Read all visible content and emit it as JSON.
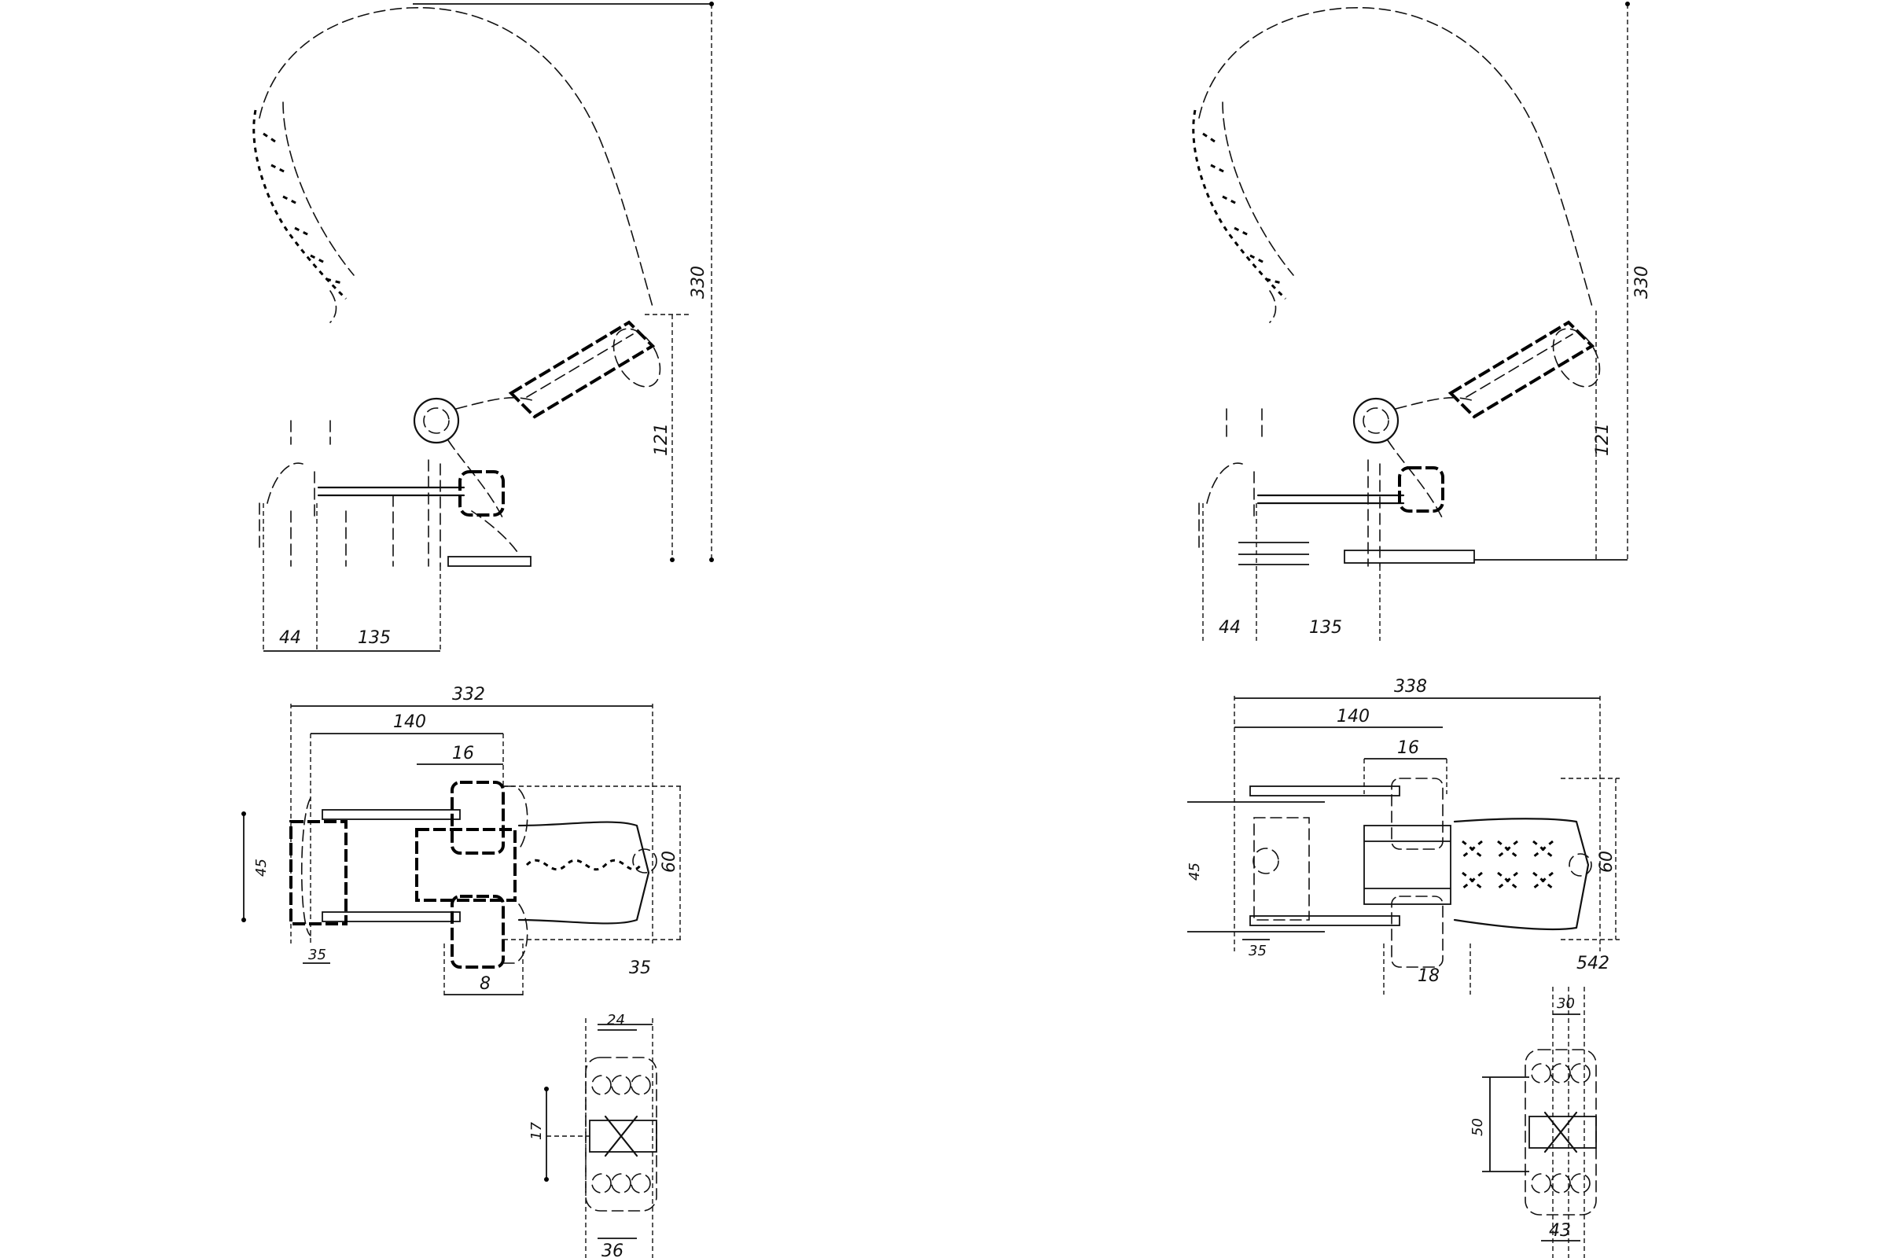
{
  "drawing": {
    "left_assembly": {
      "side_view_labels": {
        "total_height": "330",
        "body_height": "121",
        "base_left": "44",
        "base_reach": "135"
      },
      "plan_view_labels": {
        "total_length": "332",
        "arm_length": "140",
        "pivot_width": "16",
        "width_left": "45",
        "bore": "35",
        "handle_width": "60",
        "base_offset": "8"
      },
      "base_labels": {
        "hole_span": "35",
        "hole_pitch": "24",
        "slot": "17",
        "base_width": "36"
      }
    },
    "right_assembly": {
      "side_view_labels": {
        "total_height": "330",
        "body_height": "121",
        "base_left": "44",
        "base_reach": "135"
      },
      "plan_view_labels": {
        "total_length": "338",
        "arm_length": "140",
        "pivot_width": "16",
        "width_left": "45",
        "bore": "35",
        "handle_width": "60",
        "base_offset": "18"
      },
      "base_labels": {
        "hole_span": "542",
        "hole_pitch": "30",
        "slot": "50",
        "base_width": "43"
      }
    }
  }
}
